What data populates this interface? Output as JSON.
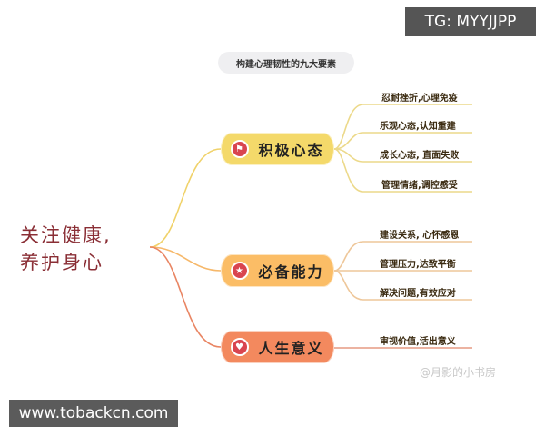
{
  "title": "构建心理韧性的九大要素",
  "root": {
    "line1": "关注健康,",
    "line2": "养护身心"
  },
  "branches": [
    {
      "label": "积极心态",
      "icon": "flag-icon",
      "color": "#f4d96a",
      "leaves": [
        "忍耐挫折,心理免疫",
        "乐观心态,认知重建",
        "成长心态, 直面失败",
        "管理情绪,调控感受"
      ]
    },
    {
      "label": "必备能力",
      "icon": "star-icon",
      "color": "#fbbd66",
      "leaves": [
        "建设关系, 心怀感恩",
        "管理压力,达致平衡",
        "解决问题,有效应对"
      ]
    },
    {
      "label": "人生意义",
      "icon": "heart-icon",
      "color": "#f3895e",
      "leaves": [
        "审视价值,活出意义"
      ]
    }
  ],
  "overlays": {
    "tg": "TG: MYYJJPP",
    "site": "www.tobackcn.com",
    "watermark": "@月影的小书房"
  }
}
